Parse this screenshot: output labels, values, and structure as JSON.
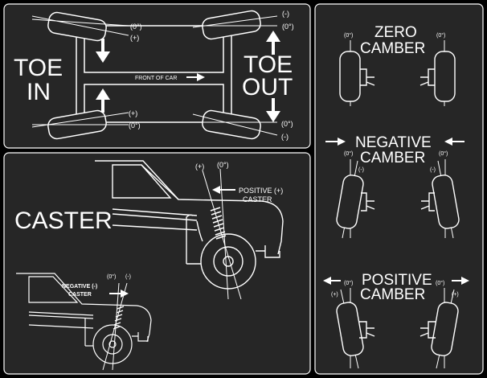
{
  "toe": {
    "toe_in_line1": "TOE",
    "toe_in_line2": "IN",
    "toe_out_line1": "TOE",
    "toe_out_line2": "OUT",
    "front_of_car": "FRONT OF CAR",
    "tl_zero": "(0°)",
    "tl_plus": "(+)",
    "tr_minus": "(-)",
    "tr_zero": "(0°)",
    "bl_plus": "(+)",
    "bl_zero": "(0°)",
    "br_zero": "(0°)",
    "br_minus": "(-)"
  },
  "caster": {
    "title": "CASTER",
    "plus": "(+)",
    "zero": "(0°)",
    "positive_line1": "POSITIVE (+)",
    "positive_line2": "CASTER",
    "neg_zero": "(0°)",
    "neg_minus": "(-)",
    "negative_line1": "NEGATIVE (-)",
    "negative_line2": "CASTER"
  },
  "camber": {
    "zero_line1": "ZERO",
    "zero_line2": "CAMBER",
    "zero_left": "(0°)",
    "zero_right": "(0°)",
    "negative_line1": "NEGATIVE",
    "negative_line2": "CAMBER",
    "neg_left_zero": "(0°)",
    "neg_left_minus": "(-)",
    "neg_right_zero": "(0°)",
    "neg_right_minus": "(-)",
    "positive_line1": "POSITIVE",
    "positive_line2": "CAMBER",
    "pos_left_zero": "(0°)",
    "pos_left_plus": "(+)",
    "pos_right_zero": "(0°)",
    "pos_right_plus": "(+)"
  },
  "colors": {
    "background": "#000000",
    "panel": "#262626",
    "line": "#ffffff"
  }
}
